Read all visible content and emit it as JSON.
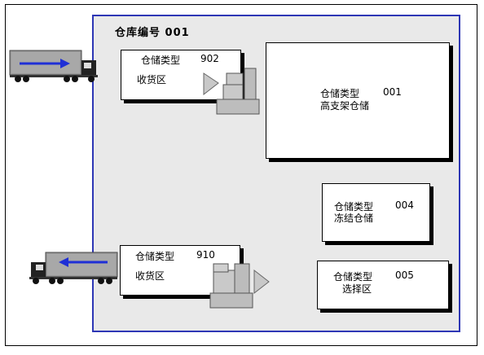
{
  "warehouse": {
    "title": "仓库编号 001"
  },
  "types": [
    {
      "label": "仓储类型",
      "code": "902",
      "name": "收货区"
    },
    {
      "label": "仓储类型",
      "code": "001",
      "name": "高支架仓储"
    },
    {
      "label": "仓储类型",
      "code": "004",
      "name": "冻结仓储"
    },
    {
      "label": "仓储类型",
      "code": "910",
      "name": "收货区"
    },
    {
      "label": "仓储类型",
      "code": "005",
      "name": "选择区"
    }
  ],
  "colors": {
    "border": "#2e37b5",
    "background": "#e9e9e9",
    "arrow": "#1f2fd6",
    "truck": "#999999"
  },
  "icons": [
    "truck-inbound-icon",
    "truck-outbound-icon",
    "stacked-boxes-icon",
    "arrow-icon"
  ]
}
